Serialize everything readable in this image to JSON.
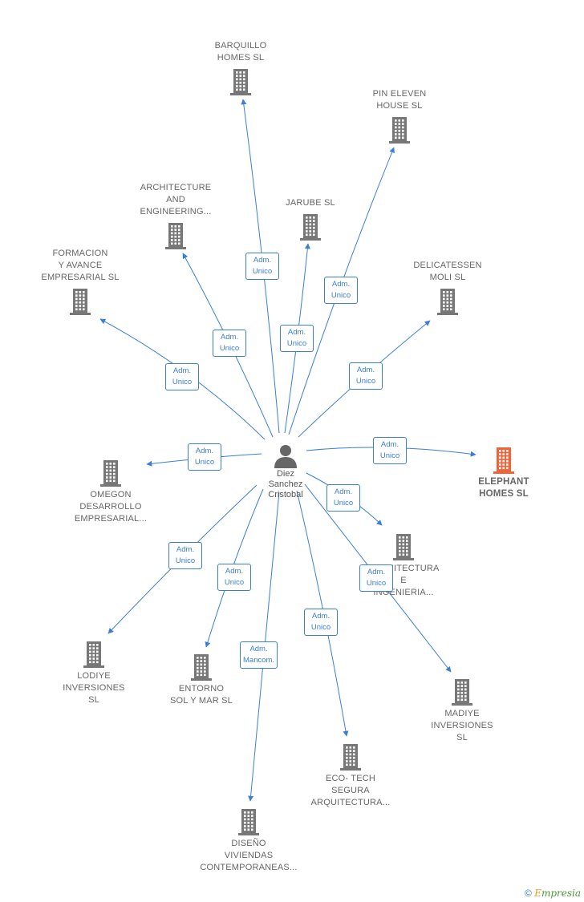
{
  "colors": {
    "link": "#3a7fd5",
    "building": "#777777",
    "focus": "#f0643a",
    "label": "#666666"
  },
  "person": {
    "name": "Diez\nSanchez\nCristobal",
    "icon": "person-icon"
  },
  "companies": [
    {
      "id": "barquillo",
      "name": "BARQUILLO\nHOMES  SL",
      "focus": false
    },
    {
      "id": "pineleven",
      "name": "PIN ELEVEN\nHOUSE  SL",
      "focus": false
    },
    {
      "id": "architecture",
      "name": "ARCHITECTURE\nAND\nENGINEERING...",
      "focus": false
    },
    {
      "id": "jarube",
      "name": "JARUBE  SL",
      "focus": false
    },
    {
      "id": "formacion",
      "name": "FORMACION\nY AVANCE\nEMPRESARIAL SL",
      "focus": false
    },
    {
      "id": "delicatessen",
      "name": "DELICATESSEN\nMOLI  SL",
      "focus": false
    },
    {
      "id": "omegon",
      "name": "OMEGON\nDESARROLLO\nEMPRESARIAL...",
      "focus": false
    },
    {
      "id": "elephant",
      "name": "ELEPHANT\nHOMES  SL",
      "focus": true
    },
    {
      "id": "arquitectura",
      "name": "ARQUITECTURA\nE\nINGENIERIA...",
      "focus": false
    },
    {
      "id": "lodiye",
      "name": "LODIYE\nINVERSIONES\nSL",
      "focus": false
    },
    {
      "id": "entorno",
      "name": "ENTORNO\nSOL Y MAR  SL",
      "focus": false
    },
    {
      "id": "madiye",
      "name": "MADIYE\nINVERSIONES\nSL",
      "focus": false
    },
    {
      "id": "ecotech",
      "name": "ECO- TECH\nSEGURA\nARQUITECTURA...",
      "focus": false
    },
    {
      "id": "diseno",
      "name": "DISEÑO\nVIVIENDAS\nCONTEMPORANEAS...",
      "focus": false
    }
  ],
  "relations": [
    {
      "target": "barquillo",
      "label": "Adm.\nUnico"
    },
    {
      "target": "pineleven",
      "label": "Adm.\nUnico"
    },
    {
      "target": "architecture",
      "label": "Adm.\nUnico"
    },
    {
      "target": "jarube",
      "label": "Adm.\nUnico"
    },
    {
      "target": "formacion",
      "label": "Adm.\nUnico"
    },
    {
      "target": "delicatessen",
      "label": "Adm.\nUnico"
    },
    {
      "target": "omegon",
      "label": "Adm.\nUnico"
    },
    {
      "target": "elephant",
      "label": "Adm.\nUnico"
    },
    {
      "target": "arquitectura",
      "label": "Adm.\nUnico"
    },
    {
      "target": "madiye",
      "label": "Adm.\nUnico"
    },
    {
      "target": "lodiye",
      "label": "Adm.\nUnico"
    },
    {
      "target": "entorno",
      "label": "Adm.\nUnico"
    },
    {
      "target": "ecotech",
      "label": "Adm.\nUnico"
    },
    {
      "target": "diseno",
      "label": "Adm.\nMancom."
    }
  ],
  "footer": {
    "copyright": "©",
    "brand_e": "E",
    "brand_rest": "mpresia"
  }
}
